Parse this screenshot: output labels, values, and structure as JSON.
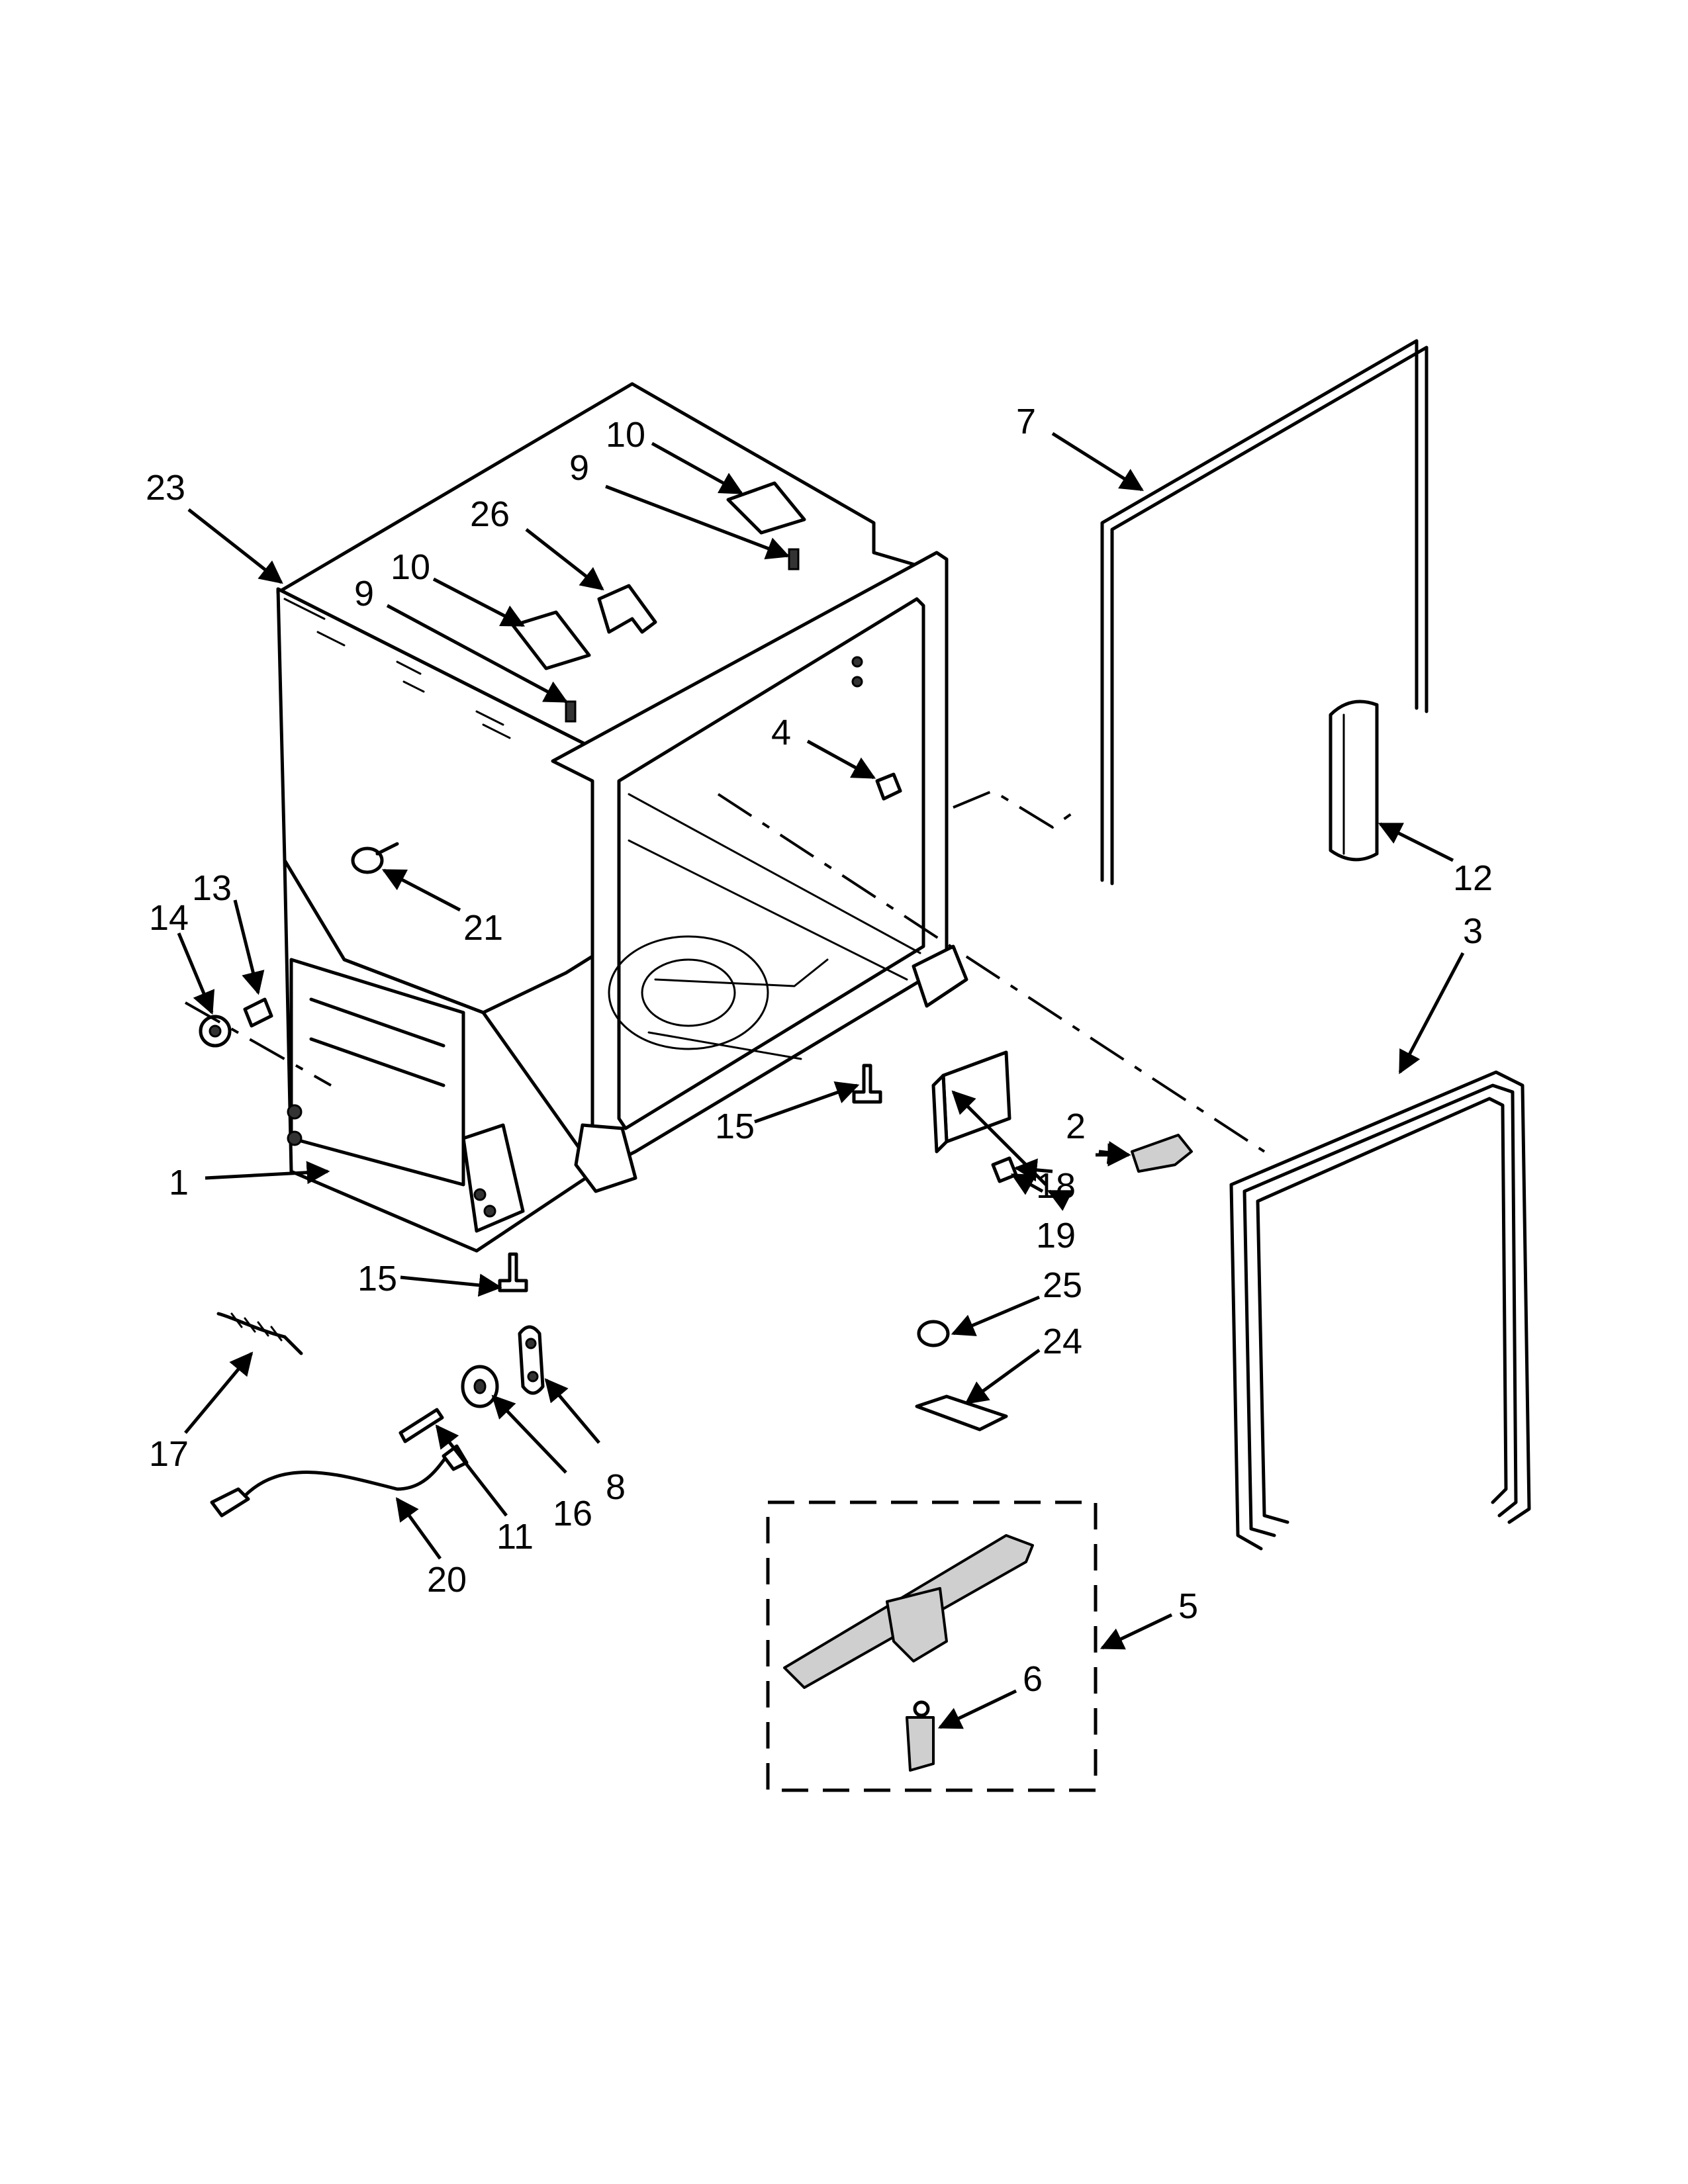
{
  "callouts": [
    {
      "id": "c1",
      "label": "1"
    },
    {
      "id": "c2",
      "label": "2"
    },
    {
      "id": "c3",
      "label": "3"
    },
    {
      "id": "c4",
      "label": "4"
    },
    {
      "id": "c5",
      "label": "5"
    },
    {
      "id": "c6",
      "label": "6"
    },
    {
      "id": "c7",
      "label": "7"
    },
    {
      "id": "c8",
      "label": "8"
    },
    {
      "id": "c9a",
      "label": "9"
    },
    {
      "id": "c9b",
      "label": "9"
    },
    {
      "id": "c10a",
      "label": "10"
    },
    {
      "id": "c10b",
      "label": "10"
    },
    {
      "id": "c11",
      "label": "11"
    },
    {
      "id": "c12",
      "label": "12"
    },
    {
      "id": "c13",
      "label": "13"
    },
    {
      "id": "c14",
      "label": "14"
    },
    {
      "id": "c15a",
      "label": "15"
    },
    {
      "id": "c15b",
      "label": "15"
    },
    {
      "id": "c16",
      "label": "16"
    },
    {
      "id": "c17",
      "label": "17"
    },
    {
      "id": "c18",
      "label": "18"
    },
    {
      "id": "c19",
      "label": "19"
    },
    {
      "id": "c20",
      "label": "20"
    },
    {
      "id": "c21",
      "label": "21"
    },
    {
      "id": "c23",
      "label": "23"
    },
    {
      "id": "c24",
      "label": "24"
    },
    {
      "id": "c25",
      "label": "25"
    },
    {
      "id": "c26",
      "label": "26"
    }
  ]
}
